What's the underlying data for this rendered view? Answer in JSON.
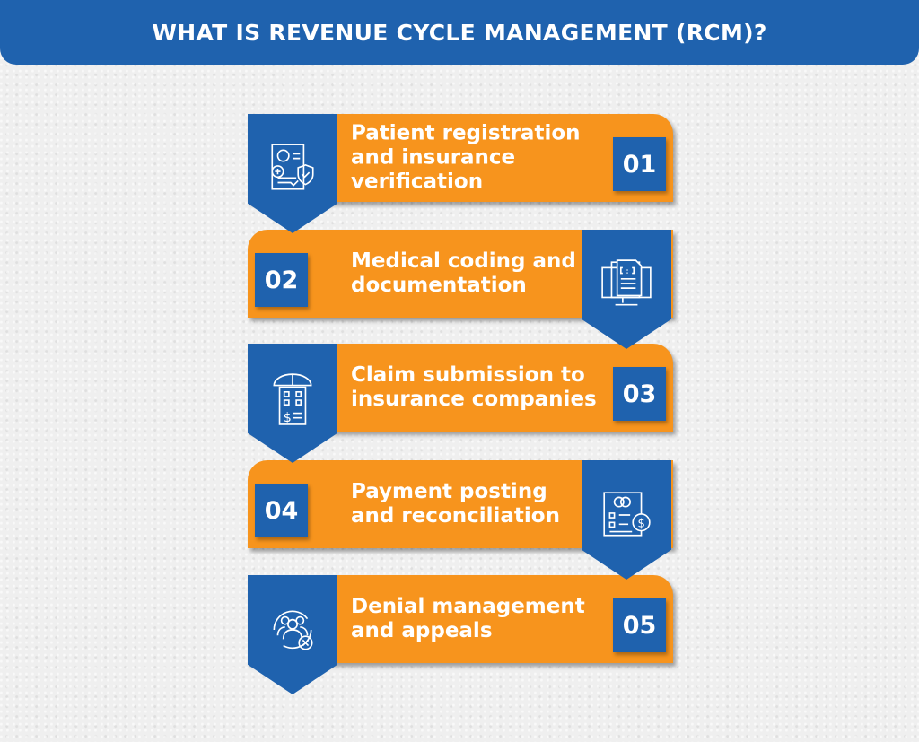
{
  "header": {
    "title": "WHAT IS REVENUE CYCLE MANAGEMENT (RCM)?"
  },
  "steps": [
    {
      "number": "01",
      "label": "Patient registration and insurance verification",
      "icon": "patient-record-shield-icon"
    },
    {
      "number": "02",
      "label": "Medical coding and documentation",
      "icon": "code-document-monitor-icon"
    },
    {
      "number": "03",
      "label": "Claim submission to insurance companies",
      "icon": "umbrella-building-invoice-icon"
    },
    {
      "number": "04",
      "label": "Payment posting and reconciliation",
      "icon": "payment-checklist-icon"
    },
    {
      "number": "05",
      "label": "Denial management and appeals",
      "icon": "group-denied-icon"
    }
  ],
  "colors": {
    "blue": "#1f62ae",
    "orange": "#f7941d"
  }
}
